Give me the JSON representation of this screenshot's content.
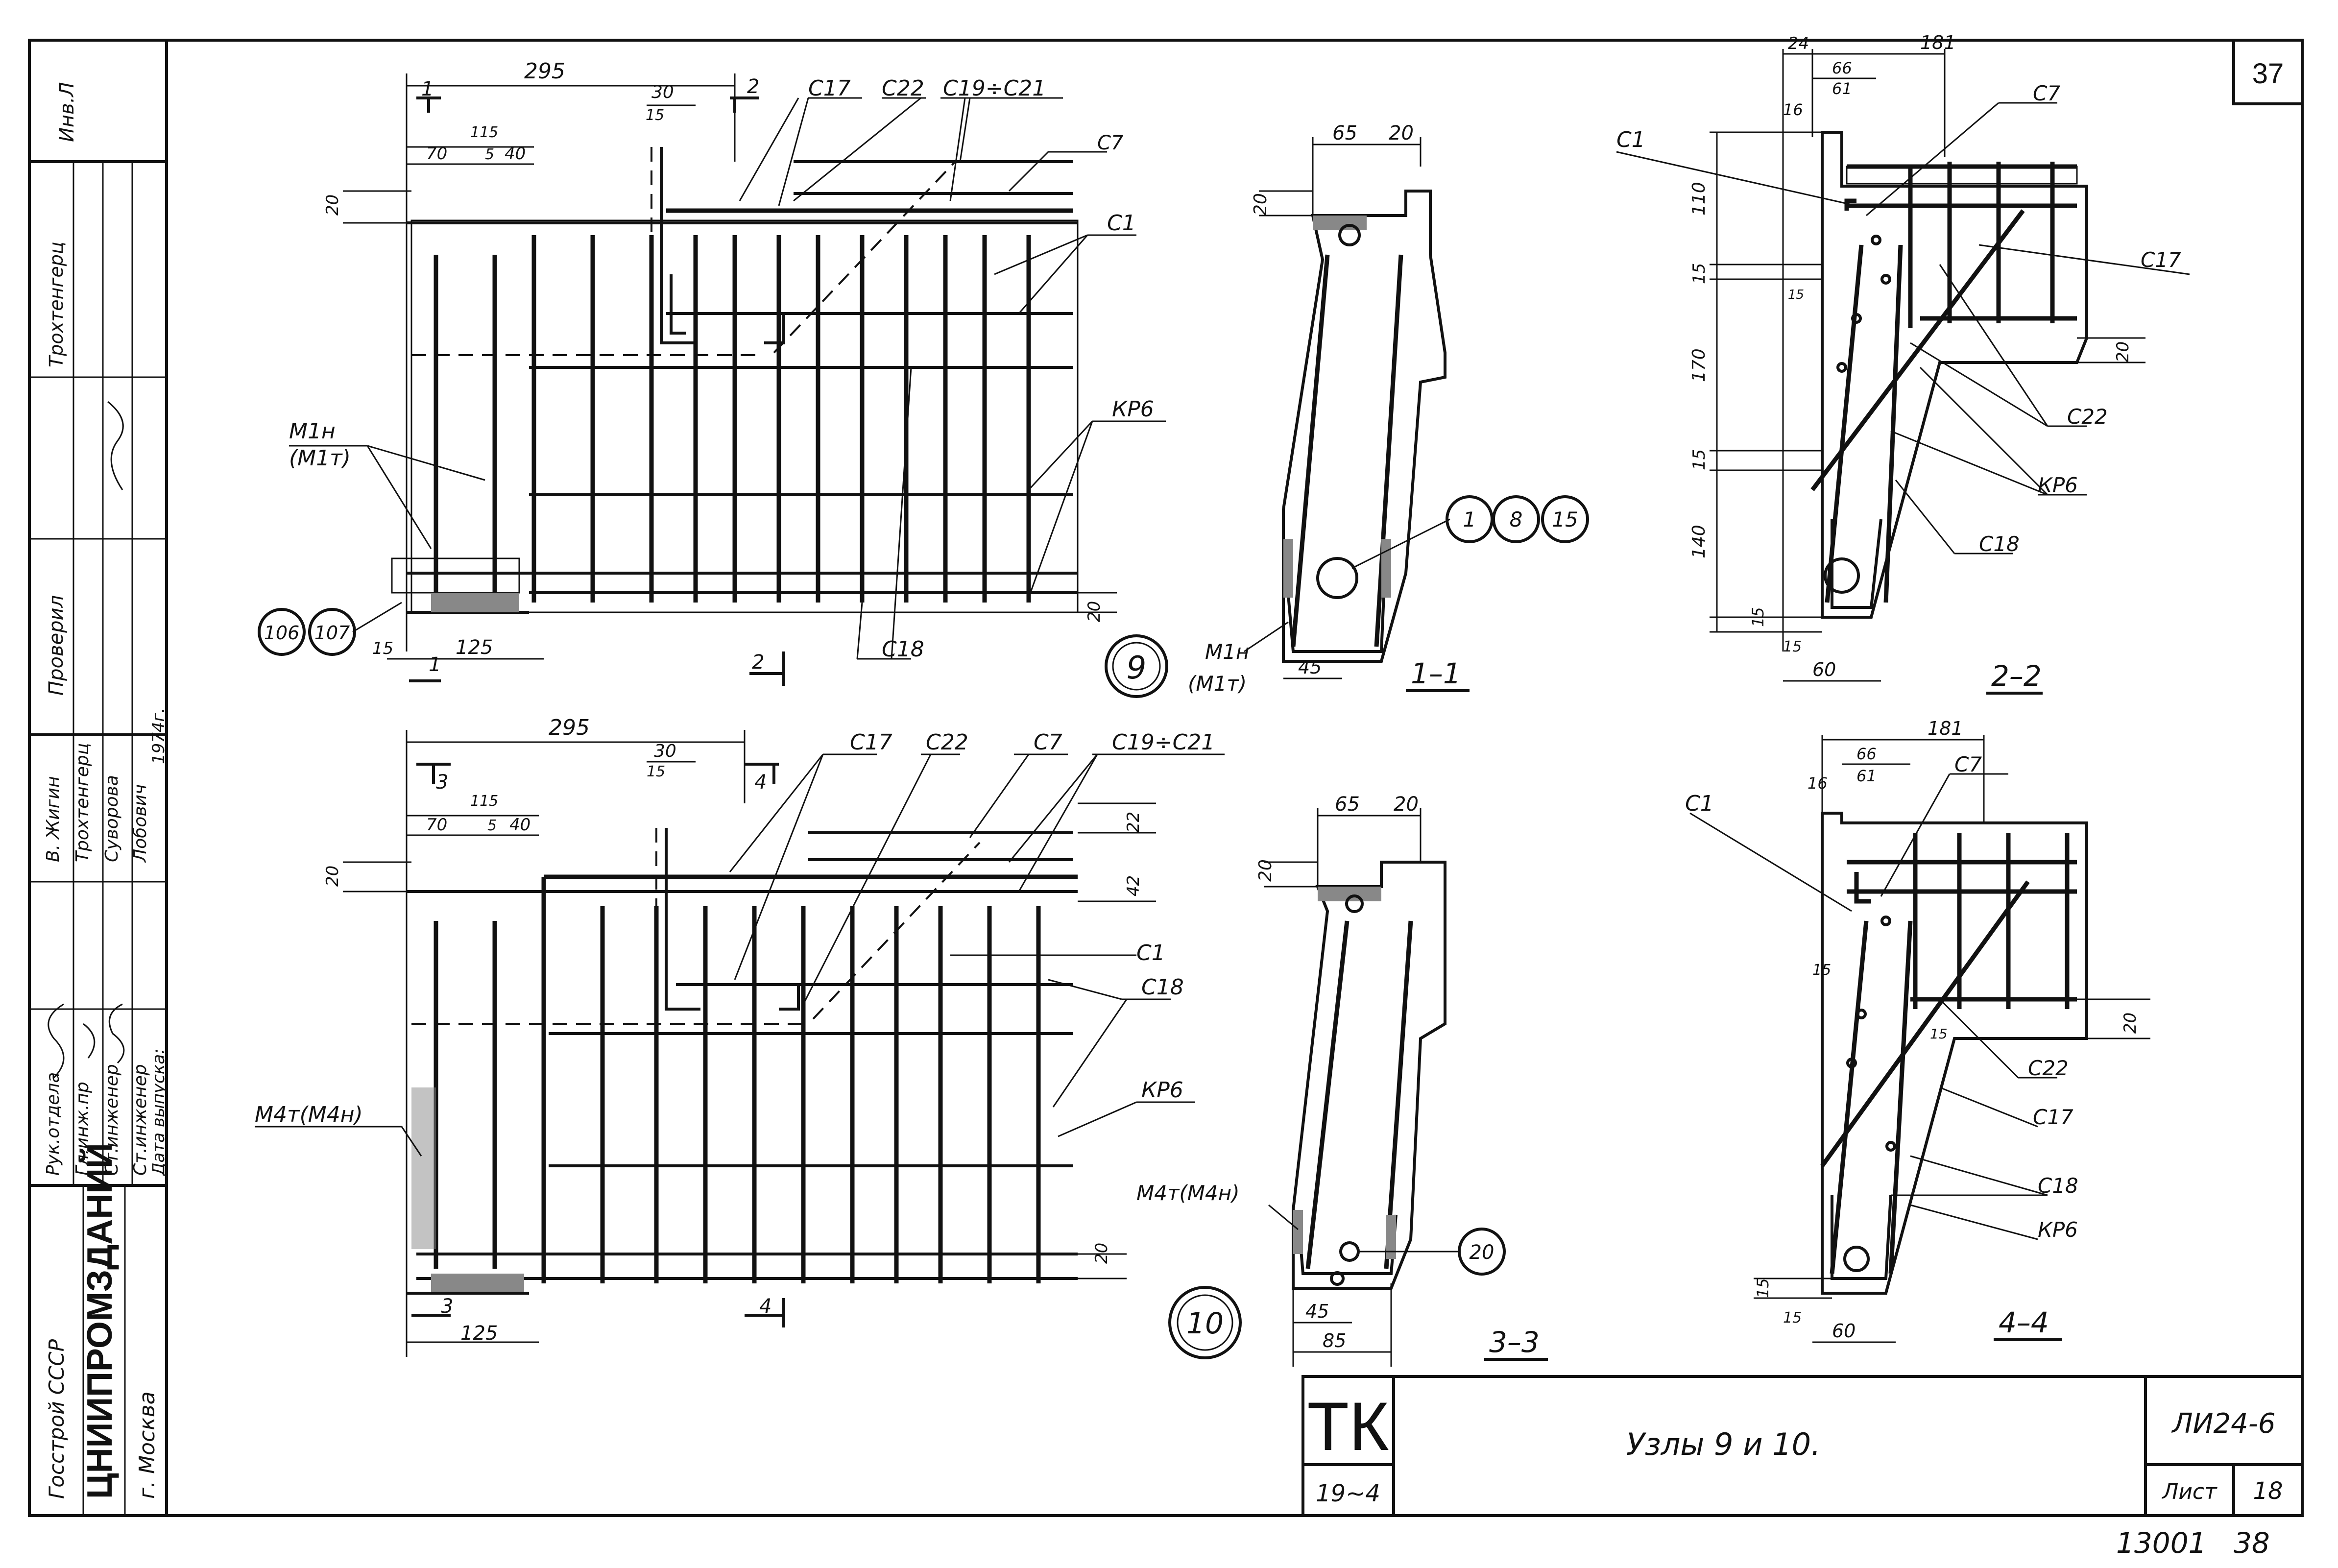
{
  "sheet": {
    "page_number": "37",
    "bottom_code": "13001",
    "bottom_number": "38"
  },
  "title_block": {
    "mark": "ТК",
    "year": "19~4",
    "title": "Узлы 9 и 10.",
    "series_code": "ЛИ24-6",
    "sheet_label": "Лист",
    "sheet_number": "18"
  },
  "side_stamp": {
    "inv_label": "Инв.Л",
    "org_ministry": "Госстрой СССР",
    "org_name": "ЦНИИПРОМЗДАНИЙ",
    "org_city": "г. Москва",
    "roles": [
      "Рук.отдела",
      "Гл.инж.пр",
      "Ст.инженер",
      "Ст.инженер",
      "Дата выпуска:"
    ],
    "names": [
      "В. Жигин",
      "Трохтенгерц",
      "Суворова",
      "Лобович",
      "1974г."
    ],
    "checked_label": "Проверил",
    "checker_name": "Трохтенгерц"
  },
  "node9": {
    "label": "9",
    "dims": {
      "total": "295",
      "d30": "30",
      "d15": "15",
      "d115": "115",
      "d70": "70",
      "d5": "5",
      "d40": "40",
      "d20a": "20",
      "d20b": "20",
      "d15b": "15",
      "d125": "125"
    },
    "cuts": {
      "c1": "1",
      "c2": "2"
    },
    "callouts": {
      "c17": "С17",
      "c22": "С22",
      "c19_21": "С19÷С21",
      "c7": "С7",
      "c1": "С1",
      "m1": "М1н",
      "m1t": "(М1т)",
      "kr6": "КР6",
      "c18": "С18",
      "p106": "106",
      "p107": "107"
    }
  },
  "node10": {
    "label": "10",
    "dims": {
      "total": "295",
      "d30": "30",
      "d15": "15",
      "d115": "115",
      "d70": "70",
      "d5": "5",
      "d40": "40",
      "d20a": "20",
      "d22": "22",
      "d42": "42",
      "d20b": "20",
      "d125": "125"
    },
    "cuts": {
      "c3": "3",
      "c4": "4"
    },
    "callouts": {
      "c17": "С17",
      "c22": "С22",
      "c7": "С7",
      "c19_21": "С19÷С21",
      "c1": "С1",
      "c18": "С18",
      "kr6": "КР6",
      "m4": "М4т(М4н)"
    }
  },
  "section11": {
    "label": "1–1",
    "dims": {
      "d65": "65",
      "d20a": "20",
      "d20b": "20",
      "d45": "45"
    },
    "callouts": {
      "m1": "М1н",
      "m1t": "(М1т)",
      "p1": "1",
      "p8": "8",
      "p15": "15"
    }
  },
  "section22": {
    "label": "2–2",
    "dims": {
      "d24": "24",
      "d181": "181",
      "d66": "66",
      "d61": "61",
      "d16": "16",
      "d110": "110",
      "d15a": "15",
      "d170": "170",
      "d15b": "15",
      "d140": "140",
      "d15c": "15",
      "d15d": "15",
      "d60": "60",
      "d20": "20",
      "d15e": "15"
    },
    "callouts": {
      "c1": "С1",
      "c7": "С7",
      "c17": "С17",
      "c22": "С22",
      "kr6": "КР6",
      "c18": "С18"
    }
  },
  "section33": {
    "label": "3–3",
    "dims": {
      "d65": "65",
      "d20a": "20",
      "d20b": "20",
      "d45": "45",
      "d85": "85"
    },
    "callouts": {
      "m4": "М4т(М4н)",
      "p20": "20"
    }
  },
  "section44": {
    "label": "4–4",
    "dims": {
      "d181": "181",
      "d66": "66",
      "d61": "61",
      "d16": "16",
      "d15a": "15",
      "d15b": "15",
      "d20": "20",
      "d15c": "15",
      "d15d": "15",
      "d60": "60"
    },
    "callouts": {
      "c1": "С1",
      "c7": "С7",
      "c22": "С22",
      "c17": "С17",
      "c18": "С18",
      "kr6": "КР6"
    }
  }
}
